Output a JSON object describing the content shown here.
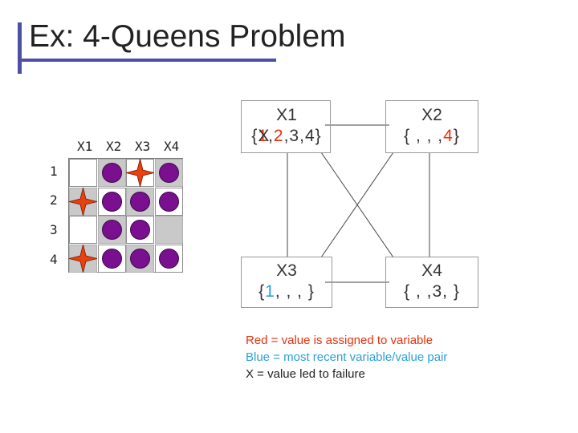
{
  "title": "Ex: 4-Queens Problem",
  "board": {
    "columns": [
      "X1",
      "X2",
      "X3",
      "X4"
    ],
    "rows": [
      "1",
      "2",
      "3",
      "4"
    ],
    "cells": [
      [
        "empty",
        "circle",
        "star",
        "circle"
      ],
      [
        "star",
        "circle",
        "circle",
        "circle"
      ],
      [
        "empty",
        "circle",
        "circle",
        "empty"
      ],
      [
        "star",
        "circle",
        "circle",
        "circle"
      ]
    ]
  },
  "graph": {
    "x1": {
      "name": "X1",
      "open": "{",
      "v1": "1",
      "v2": "2",
      "rest": ",3,4}",
      "struck": "X",
      "sep": ","
    },
    "x2": {
      "name": "X2",
      "dom_prefix": "{ , , ,",
      "v4": "4",
      "close": "}"
    },
    "x3": {
      "name": "X3",
      "open": "{",
      "v1": "1",
      "rest": ", , , }"
    },
    "x4": {
      "name": "X4",
      "dom": "{ , ,3, }"
    }
  },
  "legend": {
    "red": "Red = value is assigned to variable",
    "blue": "Blue = most recent variable/value pair",
    "x": "X = value led to failure"
  },
  "colors": {
    "accent": "#4b4fa6",
    "assigned": "#e8300a",
    "recent": "#2aa1d8",
    "queen": "#7a0f8f",
    "star": "#e8400f"
  }
}
